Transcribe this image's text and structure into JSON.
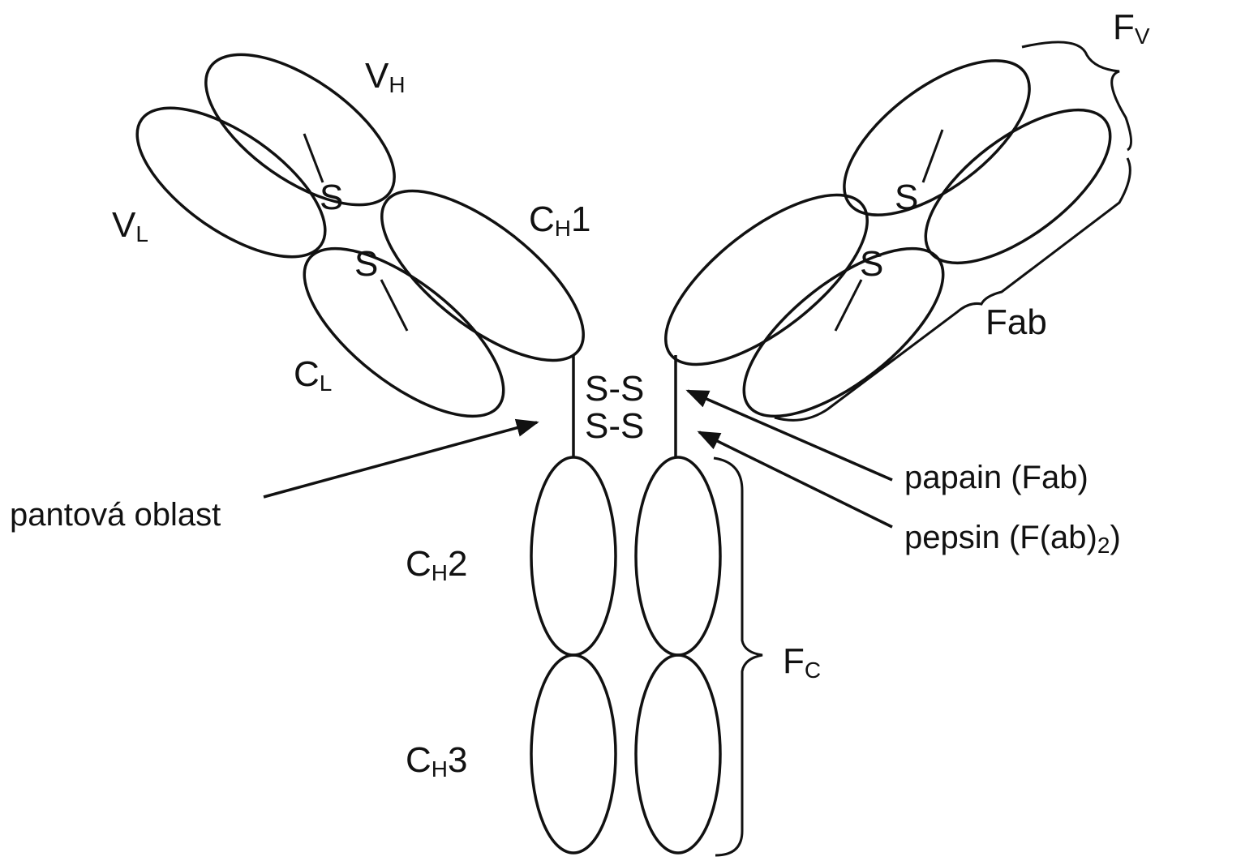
{
  "diagram": {
    "labels": {
      "vh": {
        "main": "V",
        "sub": "H"
      },
      "vl": {
        "main": "V",
        "sub": "L"
      },
      "ch1": {
        "main": "C",
        "sub": "H",
        "suffix": "1"
      },
      "cl": {
        "main": "C",
        "sub": "L"
      },
      "ch2": {
        "main": "C",
        "sub": "H",
        "suffix": "2"
      },
      "ch3": {
        "main": "C",
        "sub": "H",
        "suffix": "3"
      },
      "fv": {
        "main": "F",
        "sub": "V"
      },
      "fab": "Fab",
      "fc": {
        "main": "F",
        "sub": "C"
      },
      "hinge": "pantová oblast",
      "papain": "papain (Fab)",
      "pepsin": {
        "prefix": "pepsin (F(ab)",
        "sub": "2",
        "suffix": ")"
      }
    },
    "disulfide": {
      "s": "S",
      "hinge_row1": "S-S",
      "hinge_row2": "S-S"
    }
  }
}
